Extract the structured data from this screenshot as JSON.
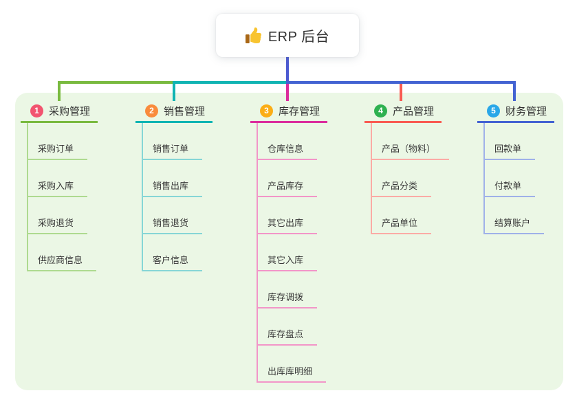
{
  "root": {
    "label": "ERP 后台",
    "icon": "thumbs-up-icon"
  },
  "branches": [
    {
      "index": "1",
      "title": "采购管理",
      "badge_color": "#F2546F",
      "line_color": "#79BA3F",
      "line_light": "#AEDA90",
      "items": [
        "采购订单",
        "采购入库",
        "采购退货",
        "供应商信息"
      ]
    },
    {
      "index": "2",
      "title": "销售管理",
      "badge_color": "#F98B3C",
      "line_color": "#10B4B3",
      "line_light": "#86D6D6",
      "items": [
        "销售订单",
        "销售出库",
        "销售退货",
        "客户信息"
      ]
    },
    {
      "index": "3",
      "title": "库存管理",
      "badge_color": "#FBAD15",
      "line_color": "#DB2D9D",
      "line_light": "#F295C8",
      "items": [
        "仓库信息",
        "产品库存",
        "其它出库",
        "其它入库",
        "库存调拨",
        "库存盘点",
        "出库库明细"
      ]
    },
    {
      "index": "4",
      "title": "产品管理",
      "badge_color": "#2EB150",
      "line_color": "#F95B52",
      "line_light": "#FBABA5",
      "items": [
        "产品（物料）",
        "产品分类",
        "产品单位"
      ]
    },
    {
      "index": "5",
      "title": "财务管理",
      "badge_color": "#29A7E8",
      "line_color": "#4363D2",
      "line_light": "#9FB1E9",
      "items": [
        "回款单",
        "付款单",
        "结算账户"
      ]
    }
  ],
  "colors": {
    "canvas_bg": "#FFFFFF",
    "panel_bg": "#EBF7E5",
    "stem": "#4C5AD2",
    "icon_gold": "#F8C430",
    "icon_cuff": "#A96716",
    "text": "#333333"
  }
}
